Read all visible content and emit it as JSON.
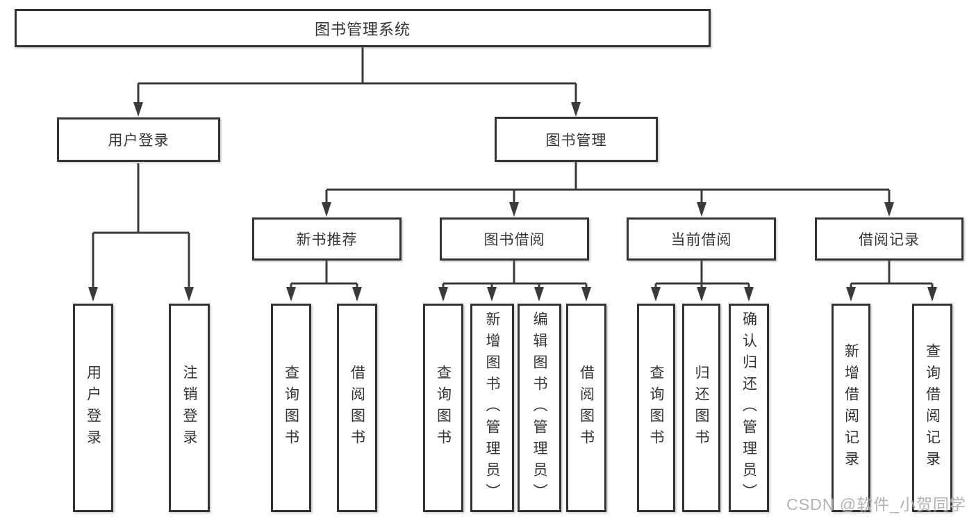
{
  "diagram": {
    "root": "图书管理系统",
    "level2": {
      "user_login": "用户登录",
      "book_management": "图书管理"
    },
    "level3": {
      "new_books": "新书推荐",
      "book_borrow": "图书借阅",
      "current_borrow": "当前借阅",
      "borrow_records": "借阅记录"
    },
    "leaves": {
      "user_login": [
        "用户登录",
        "注销登录"
      ],
      "new_books": [
        "查询图书",
        "借阅图书"
      ],
      "book_borrow": [
        "查询图书",
        "新增图书（管理员）",
        "编辑图书（管理员）",
        "借阅图书"
      ],
      "current_borrow": [
        "查询图书",
        "归还图书",
        "确认归还（管理员）"
      ],
      "borrow_records": [
        "新增借阅记录",
        "查询借阅记录"
      ]
    },
    "line_color": "#3a3a3a",
    "box_border_color": "#333333"
  },
  "watermark": {
    "text": "CSDN @软件_小贺同学"
  }
}
